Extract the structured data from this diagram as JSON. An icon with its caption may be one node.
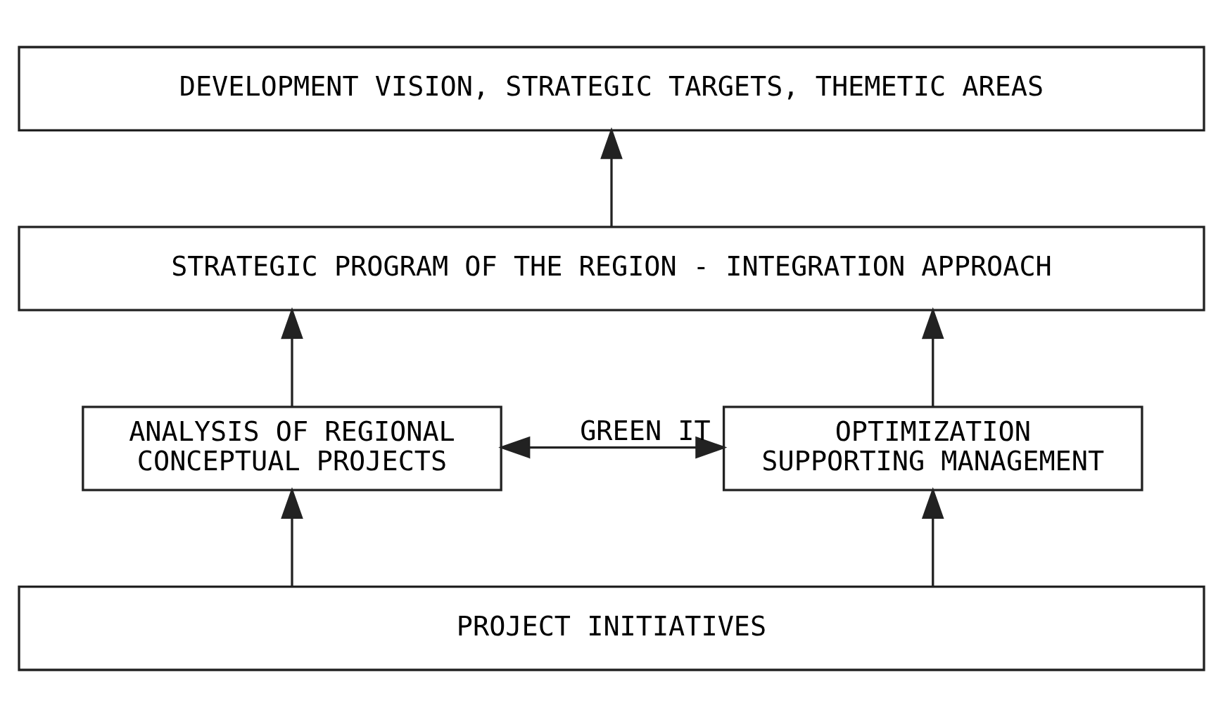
{
  "diagram": {
    "nodes": [
      {
        "text": [
          "DEVELOPMENT VISION, STRATEGIC TARGETS, THEMETIC AREAS"
        ]
      },
      {
        "text": [
          "STRATEGIC PROGRAM OF THE REGION - INTEGRATION APPROACH"
        ]
      },
      {
        "text": [
          "ANALYSIS OF REGIONAL CONCEPTUAL PROJECTS"
        ]
      },
      {
        "text": [
          "OPTIMIZATION SUPPORTING MANAGEMENT"
        ]
      },
      {
        "text": [
          "PROJECT INITIATIVES"
        ]
      }
    ],
    "edges": [
      {
        "from": 4,
        "to": 2,
        "arrow": "to"
      },
      {
        "from": 4,
        "to": 3,
        "arrow": "to"
      },
      {
        "from": 2,
        "to": 3,
        "arrow": "both",
        "label": "GREEN IT"
      },
      {
        "from": 2,
        "to": 1,
        "arrow": "to"
      },
      {
        "from": 3,
        "to": 1,
        "arrow": "to"
      },
      {
        "from": 1,
        "to": 0,
        "arrow": "to"
      }
    ]
  }
}
